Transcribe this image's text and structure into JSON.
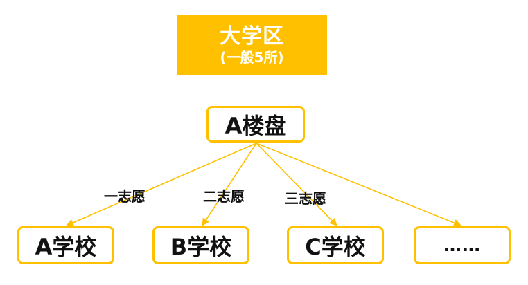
{
  "title": {
    "main": "大学区",
    "sub": "(一般5所)"
  },
  "root": {
    "label": "A楼盘"
  },
  "edge_labels": {
    "first": "一志愿",
    "second": "二志愿",
    "third": "三志愿"
  },
  "schools": {
    "a": "A学校",
    "b": "B学校",
    "c": "C学校",
    "more": "……"
  },
  "colors": {
    "accent": "#FFC000",
    "text": "#111111"
  }
}
